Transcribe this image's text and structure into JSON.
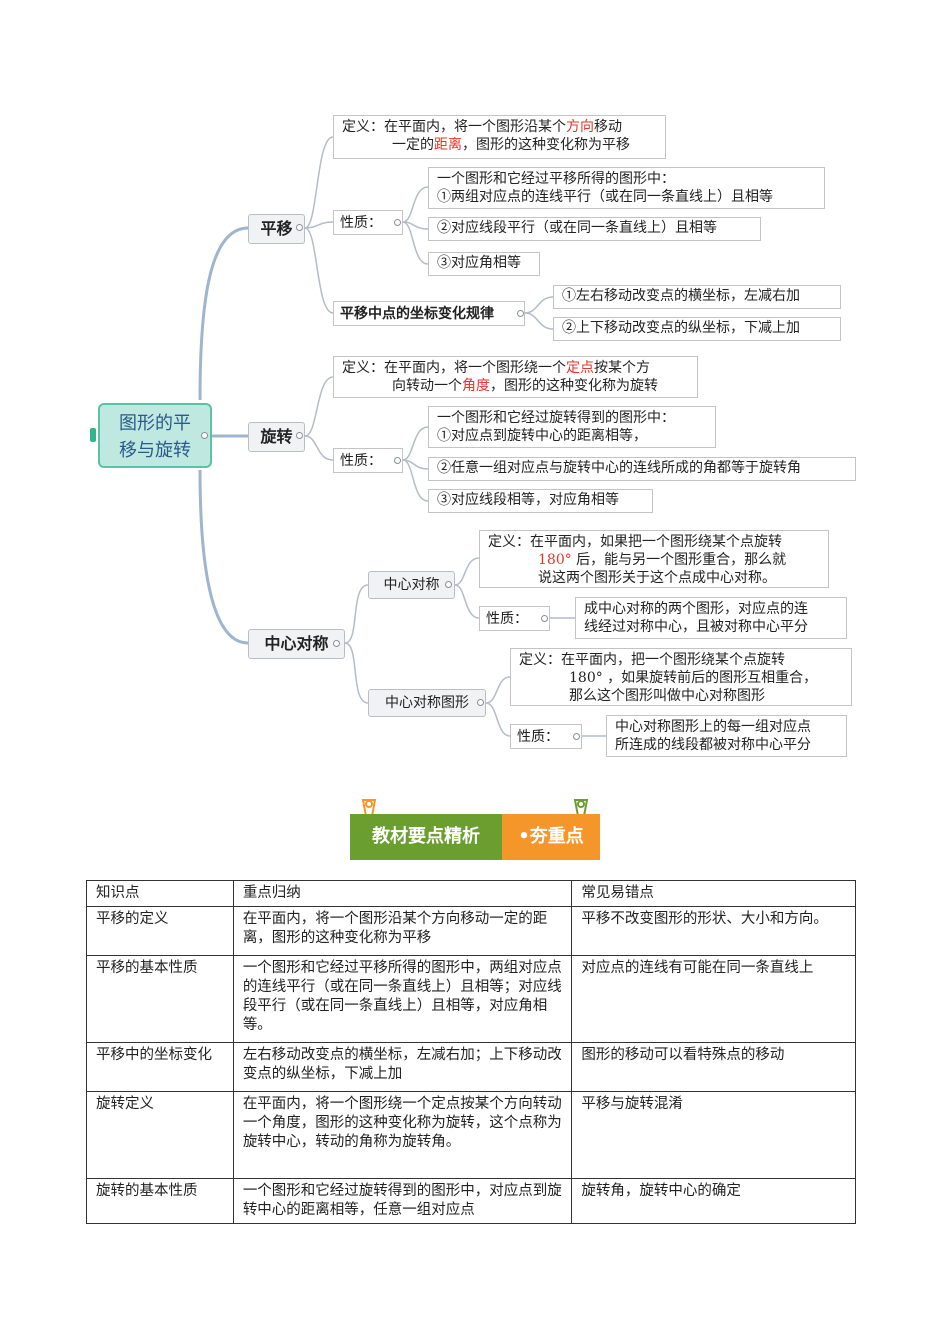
{
  "mindmap": {
    "root": {
      "line1": "图形的平",
      "line2": "移与旋转"
    },
    "translation": {
      "title": "平移",
      "definition": {
        "label": "定义：",
        "p1": "在平面内，将一个图形沿某个",
        "hl1": "方向",
        "p2": "移动",
        "p3": "一定的",
        "hl2": "距离",
        "p4": "，图形的这种变化称为平移"
      },
      "property_label": "性质：",
      "properties": [
        "一个图形和它经过平移所得的图形中：",
        "①两组对应点的连线平行（或在同一条直线上）且相等",
        "②对应线段平行（或在同一条直线上）且相等",
        "③对应角相等"
      ],
      "coord_rule_label": "平移中点的坐标变化规律",
      "coord_rules": [
        "①左右移动改变点的横坐标，左减右加",
        "②上下移动改变点的纵坐标，下减上加"
      ]
    },
    "rotation": {
      "title": "旋转",
      "definition": {
        "label": "定义：",
        "p1": "在平面内，将一个图形绕一个",
        "hl1": "定点",
        "p2": "按某个方",
        "p3": "向转动一个",
        "hl2": "角度",
        "p4": "，图形的这种变化称为旋转"
      },
      "property_label": "性质：",
      "properties": [
        "一个图形和它经过旋转得到的图形中：",
        "①对应点到旋转中心的距离相等，",
        "②任意一组对应点与旋转中心的连线所成的角都等于旋转角",
        "③对应线段相等，对应角相等"
      ]
    },
    "central_symmetry": {
      "title": "中心对称",
      "point_symmetry": {
        "title": "中心对称",
        "definition": {
          "label": "定义：",
          "p1": "在平面内，如果把一个图形绕某个点旋转",
          "hl1": "180°",
          "p2": " 后，能与另一个图形重合，那么就",
          "p3": "说这两个图形关于这个点成中心对称。"
        },
        "property_label": "性质：",
        "property": [
          "成中心对称的两个图形，对应点的连",
          "线经过对称中心，且被对称中心平分"
        ]
      },
      "symmetric_figure": {
        "title": "中心对称图形",
        "definition": {
          "label": "定义：",
          "p1": "在平面内，把一个图形绕某个点旋转",
          "p2": "180° ，如果旋转前后的图形互相重合，",
          "p3": "那么这个图形叫做中心对称图形"
        },
        "property_label": "性质：",
        "property": [
          "中心对称图形上的每一组对应点",
          "所连成的线段都被对称中心平分"
        ]
      }
    }
  },
  "banner": {
    "left": "教材要点精析",
    "right": "•夯重点"
  },
  "colors": {
    "root_border": "#5cc2a3",
    "root_fill": "#bfe9e0",
    "highlight": "#e8342b",
    "banner_green": "#6a9e2e",
    "banner_orange": "#f5962a",
    "connector": "#9fb5cf"
  },
  "table": {
    "headers": [
      "知识点",
      "重点归纳",
      "常见易错点"
    ],
    "rows": [
      [
        "平移的定义",
        "在平面内，将一个图形沿某个方向移动一定的距离，图形的这种变化称为平移",
        "平移不改变图形的形状、大小和方向。"
      ],
      [
        "平移的基本性质",
        "一个图形和它经过平移所得的图形中，两组对应点的连线平行（或在同一条直线上）且相等；对应线段平行（或在同一条直线上）且相等，对应角相等。",
        "对应点的连线有可能在同一条直线上"
      ],
      [
        "平移中的坐标变化",
        "左右移动改变点的横坐标，左减右加；上下移动改变点的纵坐标，下减上加",
        "图形的移动可以看特殊点的移动"
      ],
      [
        "旋转定义",
        "在平面内，将一个图形绕一个定点按某个方向转动一个角度，图形的这种变化称为旋转，这个点称为旋转中心，转动的角称为旋转角。",
        "平移与旋转混淆"
      ],
      [
        "旋转的基本性质",
        "一个图形和它经过旋转得到的图形中，对应点到旋转中心的距离相等，任意一组对应点",
        "旋转角，旋转中心的确定"
      ]
    ]
  }
}
